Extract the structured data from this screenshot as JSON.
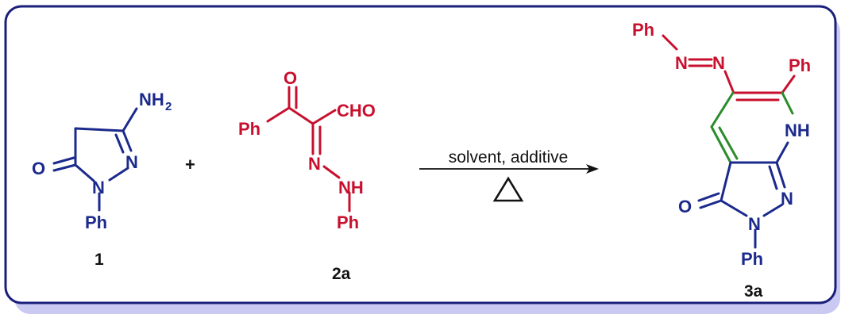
{
  "colors": {
    "frame": "#1a1f7a",
    "blue": "#1b2a8c",
    "red": "#c8102e",
    "green": "#2a8c2a",
    "black": "#111111",
    "shadow": "#c9c9f2"
  },
  "reaction": {
    "plus": "+",
    "conditions": "solvent, additive",
    "heat_symbol": "△"
  },
  "compound1": {
    "number": "1",
    "labels": {
      "amine": "NH",
      "amine_sub": "2",
      "carbonyl_o": "O",
      "n_ring": "N",
      "n_ph": "N",
      "phenyl": "Ph"
    }
  },
  "compound2a": {
    "number": "2a",
    "labels": {
      "ketone_o": "O",
      "phenyl_ketone": "Ph",
      "aldehyde": "CHO",
      "imine_n": "N",
      "nh": "NH",
      "phenyl_hydrazone": "Ph"
    }
  },
  "compound3a": {
    "number": "3a",
    "labels": {
      "azo_ph": "Ph",
      "azo_n1": "N",
      "azo_n2": "N",
      "c6_ph": "Ph",
      "nh": "NH",
      "ring_n": "N",
      "n_ph": "N",
      "carbonyl_o": "O",
      "phenyl": "Ph"
    }
  }
}
